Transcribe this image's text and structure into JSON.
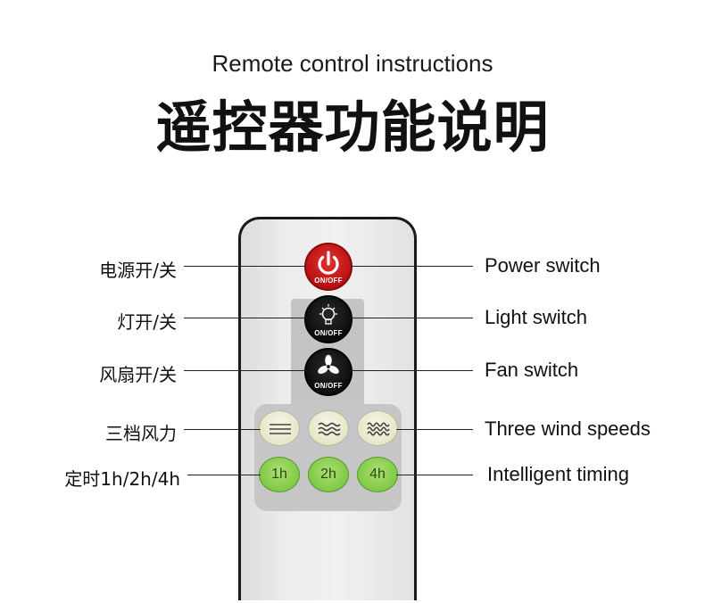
{
  "heading": {
    "subtitle": "Remote control instructions",
    "title": "遥控器功能说明"
  },
  "buttons": {
    "power": {
      "caption": "ON/OFF",
      "icon": "power-icon",
      "color": "#d41c1c"
    },
    "light": {
      "caption": "ON/OFF",
      "icon": "light-bulb-icon",
      "color": "#111111"
    },
    "fan": {
      "caption": "ON/OFF",
      "icon": "fan-icon",
      "color": "#111111"
    },
    "speeds": [
      {
        "icon": "wind-speed-1-icon"
      },
      {
        "icon": "wind-speed-2-icon"
      },
      {
        "icon": "wind-speed-3-icon"
      }
    ],
    "timers": [
      "1h",
      "2h",
      "4h"
    ],
    "speed_color": "#efecd4",
    "timer_color": "#8ed152"
  },
  "labels": {
    "left": [
      "电源开/关",
      "灯开/关",
      "风扇开/关",
      "三档风力",
      "定时1h/2h/4h"
    ],
    "right": [
      "Power switch",
      "Light switch",
      "Fan switch",
      "Three wind speeds",
      "Intelligent timing"
    ]
  }
}
